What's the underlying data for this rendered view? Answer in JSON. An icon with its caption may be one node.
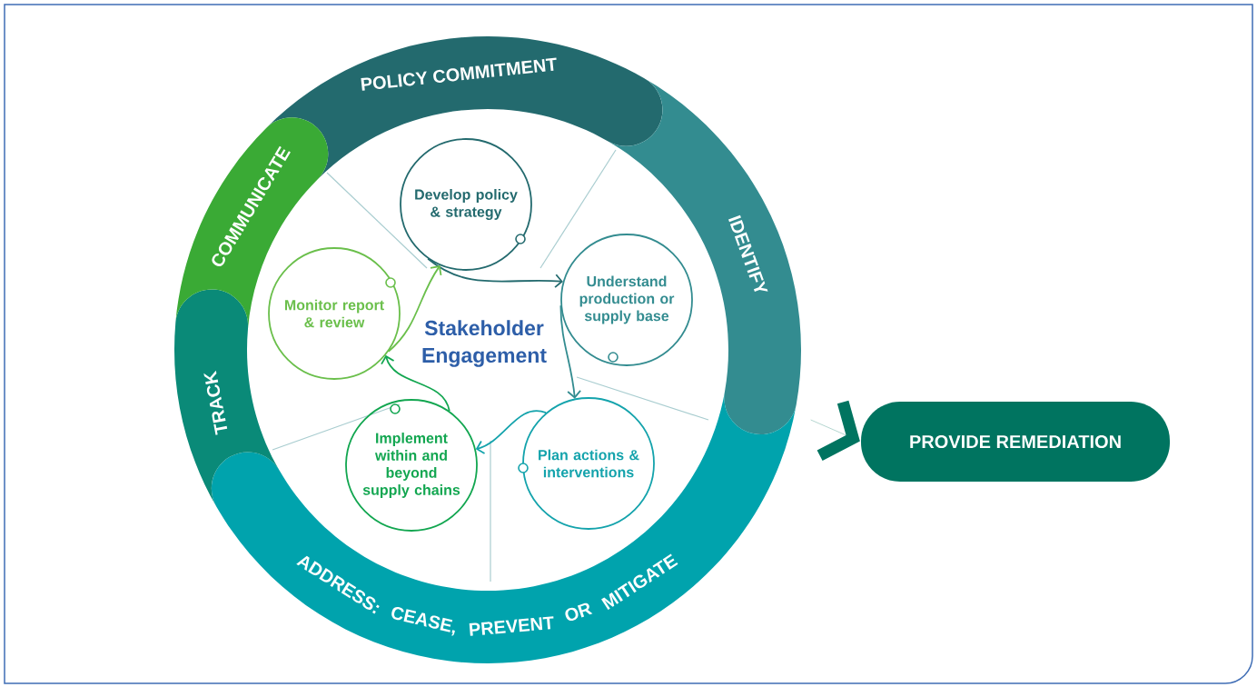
{
  "diagram": {
    "nodes": [
      {
        "text": [
          "POLICY COMMITMENT"
        ]
      },
      {
        "text": [
          "IDENTIFY"
        ]
      },
      {
        "text": [
          "ADDRESS: CEASE, PREVENT OR MITIGATE"
        ]
      },
      {
        "text": [
          "TRACK"
        ]
      },
      {
        "text": [
          "COMMUNICATE"
        ]
      },
      {
        "text": [
          "Develop policy & strategy"
        ]
      },
      {
        "text": [
          "Understand production or supply base"
        ]
      },
      {
        "text": [
          "Plan actions & interventions"
        ]
      },
      {
        "text": [
          "Implement within and beyond supply chains"
        ]
      },
      {
        "text": [
          "Monitor report & review"
        ]
      },
      {
        "text": [
          "PROVIDE REMEDIATION"
        ]
      }
    ],
    "edges": [
      {
        "from": 5,
        "to": 6,
        "arrow": "to",
        "color": "#236a6e"
      },
      {
        "from": 6,
        "to": 7,
        "arrow": "to",
        "color": "#338c90"
      },
      {
        "from": 7,
        "to": 8,
        "arrow": "to",
        "color": "#14a3ac"
      },
      {
        "from": 8,
        "to": 9,
        "arrow": "to",
        "color": "#12a650"
      },
      {
        "from": 9,
        "to": 5,
        "arrow": "to",
        "color": "#6abf4b"
      },
      {
        "from": 1,
        "to": 10,
        "arrow": "to",
        "style": "thick",
        "color": "#007460"
      }
    ],
    "labels": [
      "Stakeholder Engagement"
    ]
  }
}
